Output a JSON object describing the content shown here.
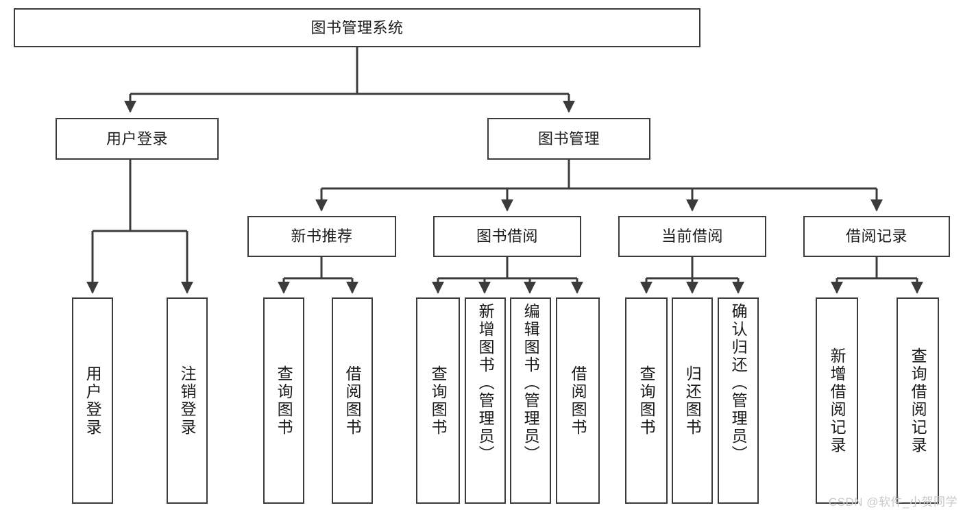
{
  "diagram": {
    "type": "tree-hierarchy-chart",
    "title": "图书管理系统",
    "orientation": "top-down",
    "colors": {
      "box_border": "#3b3b3b",
      "box_fill": "#ffffff",
      "edge": "#3b3b3b",
      "text": "#1a1a1a",
      "watermark": "#c9c9c9"
    },
    "levels": [
      {
        "level": 1,
        "nodes": [
          {
            "id": "root",
            "label": "图书管理系统"
          }
        ]
      },
      {
        "level": 2,
        "nodes": [
          {
            "id": "login",
            "label": "用户登录"
          },
          {
            "id": "bookmgmt",
            "label": "图书管理"
          }
        ]
      },
      {
        "level": 3,
        "nodes": [
          {
            "id": "newbook",
            "label": "新书推荐"
          },
          {
            "id": "borrow",
            "label": "图书借阅"
          },
          {
            "id": "current",
            "label": "当前借阅"
          },
          {
            "id": "record",
            "label": "借阅记录"
          }
        ]
      },
      {
        "level": 4,
        "nodes": [
          {
            "id": "leaf1",
            "label": "用户登录"
          },
          {
            "id": "leaf2",
            "label": "注销登录"
          },
          {
            "id": "leaf3",
            "label": "查询图书"
          },
          {
            "id": "leaf4",
            "label": "借阅图书"
          },
          {
            "id": "leaf5",
            "label": "查询图书"
          },
          {
            "id": "leaf6",
            "label": "新增图书（管理员）"
          },
          {
            "id": "leaf7",
            "label": "编辑图书（管理员）"
          },
          {
            "id": "leaf8",
            "label": "借阅图书"
          },
          {
            "id": "leaf9",
            "label": "查询图书"
          },
          {
            "id": "leaf10",
            "label": "归还图书"
          },
          {
            "id": "leaf11",
            "label": "确认归还（管理员）"
          },
          {
            "id": "leaf12",
            "label": "新增借阅记录"
          },
          {
            "id": "leaf13",
            "label": "查询借阅记录"
          }
        ]
      }
    ],
    "edges": [
      {
        "from": "root",
        "to": "login"
      },
      {
        "from": "root",
        "to": "bookmgmt"
      },
      {
        "from": "login",
        "to": "leaf1"
      },
      {
        "from": "login",
        "to": "leaf2"
      },
      {
        "from": "bookmgmt",
        "to": "newbook"
      },
      {
        "from": "bookmgmt",
        "to": "borrow"
      },
      {
        "from": "bookmgmt",
        "to": "current"
      },
      {
        "from": "bookmgmt",
        "to": "record"
      },
      {
        "from": "newbook",
        "to": "leaf3"
      },
      {
        "from": "newbook",
        "to": "leaf4"
      },
      {
        "from": "borrow",
        "to": "leaf5"
      },
      {
        "from": "borrow",
        "to": "leaf6"
      },
      {
        "from": "borrow",
        "to": "leaf7"
      },
      {
        "from": "borrow",
        "to": "leaf8"
      },
      {
        "from": "current",
        "to": "leaf9"
      },
      {
        "from": "current",
        "to": "leaf10"
      },
      {
        "from": "current",
        "to": "leaf11"
      },
      {
        "from": "record",
        "to": "leaf12"
      },
      {
        "from": "record",
        "to": "leaf13"
      }
    ]
  },
  "watermark": {
    "text": "CSDN @软件_小贺同学"
  }
}
